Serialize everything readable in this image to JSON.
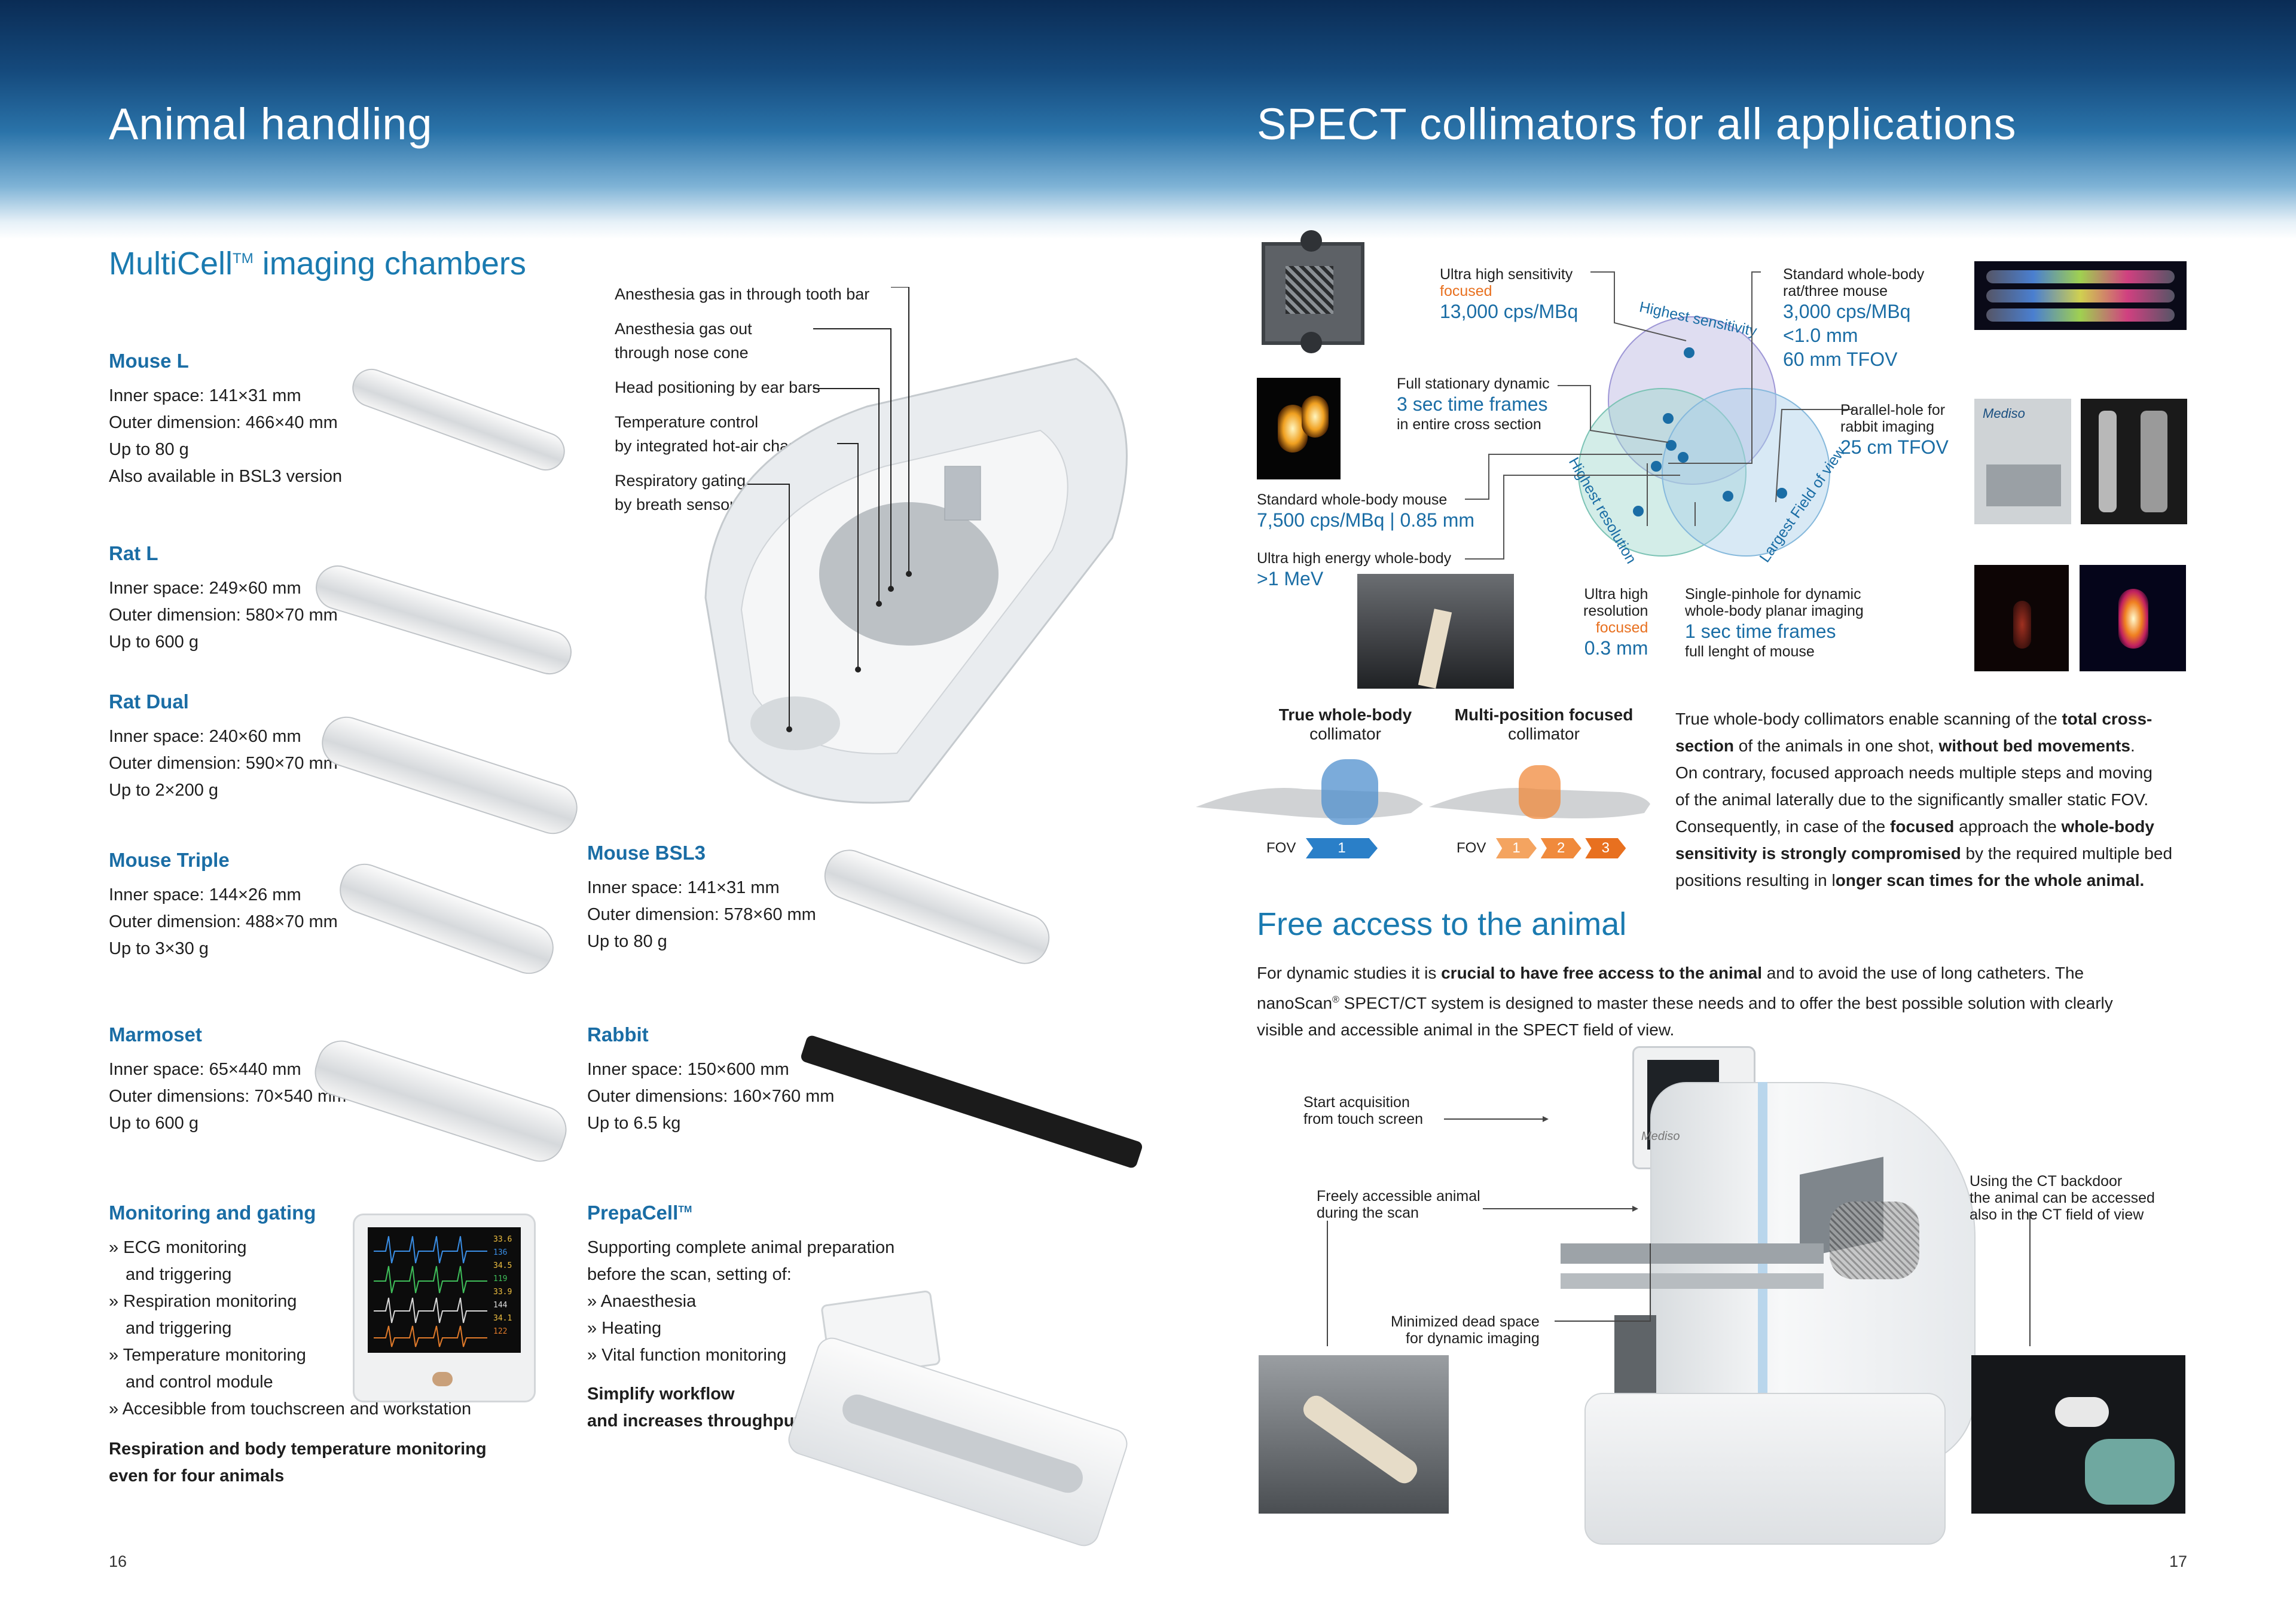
{
  "left_page": {
    "title": "Animal handling",
    "section_title": "MultiCell",
    "section_title_mark": "TM",
    "section_title_rest": " imaging chambers",
    "products": [
      {
        "name": "Mouse L",
        "specs": [
          "Inner space: 141×31 mm",
          "Outer dimension: 466×40 mm",
          "Up to 80 g",
          "Also available in BSL3 version"
        ]
      },
      {
        "name": "Rat L",
        "specs": [
          "Inner space: 249×60 mm",
          "Outer dimension: 580×70 mm",
          "Up to 600 g"
        ]
      },
      {
        "name": "Rat Dual",
        "specs": [
          "Inner space: 240×60 mm",
          "Outer dimension: 590×70 mm",
          "Up to 2×200 g"
        ]
      },
      {
        "name": "Mouse Triple",
        "specs": [
          "Inner space: 144×26 mm",
          "Outer dimension: 488×70 mm",
          "Up to 3×30 g"
        ]
      },
      {
        "name": "Mouse BSL3",
        "specs": [
          "Inner space: 141×31 mm",
          "Outer dimension: 578×60 mm",
          "Up to 80 g"
        ]
      },
      {
        "name": "Marmoset",
        "specs": [
          "Inner space: 65×440 mm",
          "Outer dimensions: 70×540 mm",
          "Up to 600 g"
        ]
      },
      {
        "name": "Rabbit",
        "specs": [
          "Inner space: 150×600 mm",
          "Outer dimensions: 160×760 mm",
          "Up to 6.5 kg"
        ]
      }
    ],
    "annotations": [
      [
        "Anesthesia gas in through tooth bar"
      ],
      [
        "Anesthesia gas out",
        "through nose cone"
      ],
      [
        "Head positioning by ear bars"
      ],
      [
        "Temperature control",
        "by integrated hot-air channels"
      ],
      [
        "Respiratory gating",
        "by breath sensor"
      ]
    ],
    "monitoring": {
      "title": "Monitoring and gating",
      "bullets": [
        [
          "» ECG monitoring",
          "and triggering"
        ],
        [
          "» Respiration monitoring",
          "and triggering"
        ],
        [
          "» Temperature monitoring",
          "and control module"
        ],
        [
          "» Accesibble from touchscreen and workstation"
        ]
      ],
      "bold_note": [
        "Respiration and body temperature monitoring",
        "even for four animals"
      ],
      "monitor_values": [
        "33.6",
        "136",
        "34.5",
        "119",
        "33.9",
        "144",
        "34.1",
        "122"
      ]
    },
    "prepacell": {
      "title": "PrepaCell",
      "title_mark": "TM",
      "intro": [
        "Supporting complete animal preparation",
        "before the scan, setting of:"
      ],
      "bullets": [
        "» Anaesthesia",
        "» Heating",
        "» Vital function monitoring"
      ],
      "bold_note": [
        "Simplify workflow",
        "and increases throughput"
      ]
    },
    "page_number": "16"
  },
  "right_page": {
    "title": "SPECT collimators for all applications",
    "venn_labels": [
      "Highest sensitivity",
      "Highest resolution",
      "Largest Field of view"
    ],
    "collimators": {
      "ultra_sens": {
        "line1": "Ultra high sensitivity",
        "line2": "focused",
        "value": "13,000 cps/MBq"
      },
      "std_rat": {
        "line1": "Standard whole-body",
        "line2": "rat/three mouse",
        "values": [
          "3,000 cps/MBq",
          "<1.0 mm",
          "60 mm TFOV"
        ]
      },
      "full_stat": {
        "line1": "Full stationary dynamic",
        "value": "3 sec time frames",
        "line3": "in entire cross section"
      },
      "parallel": {
        "line1": "Parallel-hole for",
        "line2": "rabbit imaging",
        "value": "25 cm TFOV"
      },
      "std_mouse": {
        "line1": "Standard whole-body mouse",
        "value": "7,500 cps/MBq  |  0.85 mm"
      },
      "ultra_energy": {
        "line1": "Ultra high energy whole-body",
        "value": ">1 MeV"
      },
      "ultra_res": {
        "line1": "Ultra high",
        "line2": "resolution",
        "line3": "focused",
        "value": "0.3 mm"
      },
      "single_pin": {
        "line1": "Single-pinhole for dynamic",
        "line2": "whole-body planar imaging",
        "value": "1 sec time frames",
        "line4": "full lenght of mouse"
      }
    },
    "photo_brand": "Mediso",
    "comparison": {
      "true_wb": {
        "title": "True whole-body",
        "sub": "collimator",
        "fov": "FOV",
        "steps": [
          "1"
        ]
      },
      "multi": {
        "title": "Multi-position focused",
        "sub": "collimator",
        "fov": "FOV",
        "steps": [
          "1",
          "2",
          "3"
        ]
      }
    },
    "compare_text": [
      [
        "True whole-body collimators enable scanning of the ",
        "total cross-"
      ],
      [
        "",
        "section",
        " of the animals in one shot, ",
        "without bed movements",
        "."
      ],
      [
        "On contrary, focused approach needs multiple steps and moving"
      ],
      [
        "of the animal laterally due to the significantly smaller static FOV."
      ],
      [
        "Consequently, in case of the ",
        "focused",
        " approach the ",
        "whole-body"
      ],
      [
        "",
        "sensitivity is strongly compromised",
        " by the required multiple bed"
      ],
      [
        "positions resulting in l",
        "onger scan times for the whole animal."
      ]
    ],
    "free_access": {
      "title": "Free access to the animal",
      "para_1a": "For dynamic studies it is ",
      "para_1b": "crucial to have free access to the animal",
      "para_1c": " and to avoid the use of long catheters. The",
      "para_2a": "nanoScan",
      "para_2mark": "®",
      "para_2b": " SPECT/CT system is designed to master these needs and to offer the best possible solution with clearly",
      "para_3": "visible and accessible animal in the SPECT field of view.",
      "callouts": {
        "start": [
          "Start acquisition",
          "from touch screen"
        ],
        "freely": [
          "Freely accessible animal",
          "during the scan"
        ],
        "dead": [
          "Minimized dead space",
          "for dynamic imaging"
        ],
        "backdoor": [
          "Using the CT backdoor",
          "the animal can be accessed",
          "also in the CT field of view"
        ]
      },
      "scanner_brand": "Mediso"
    },
    "page_number": "17"
  }
}
